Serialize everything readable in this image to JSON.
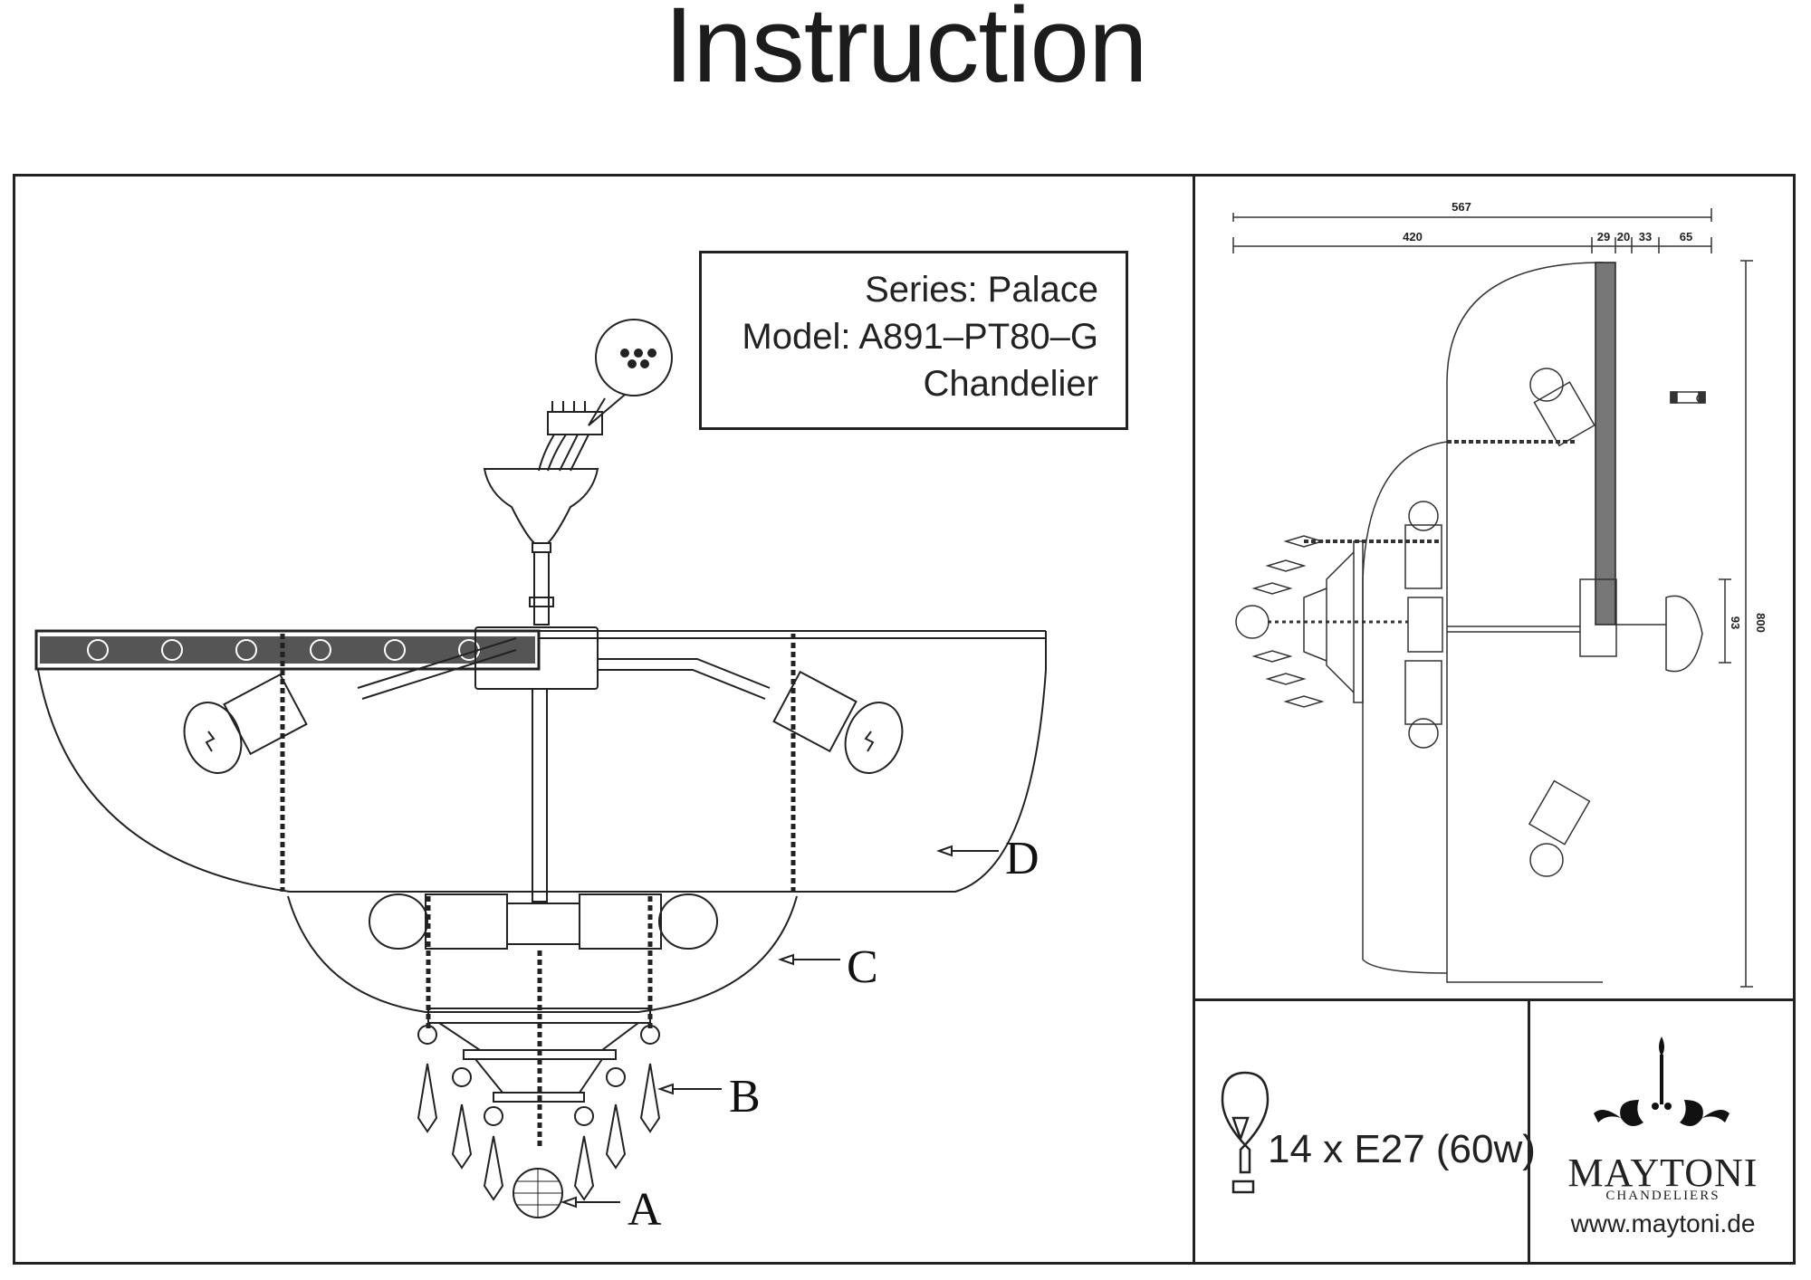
{
  "document": {
    "title": "Instruction"
  },
  "product": {
    "series": "Series: Palace",
    "model": "Model: A891–PT80–G",
    "type": "Chandelier"
  },
  "parts": {
    "A": "A",
    "B": "B",
    "C": "C",
    "D": "D"
  },
  "dimensions": {
    "overall_width": "567",
    "segments": [
      "420",
      "29",
      "20",
      "33",
      "65"
    ],
    "height": "800",
    "canopy_height": "93"
  },
  "bulbs": {
    "icon": "light-bulb-icon",
    "spec": "14 x E27 (60w)"
  },
  "brand": {
    "name": "MAYTONI",
    "tagline": "CHANDELIERS",
    "url": "www.maytoni.de",
    "logo_icon": "chandelier-ornament-icon"
  }
}
